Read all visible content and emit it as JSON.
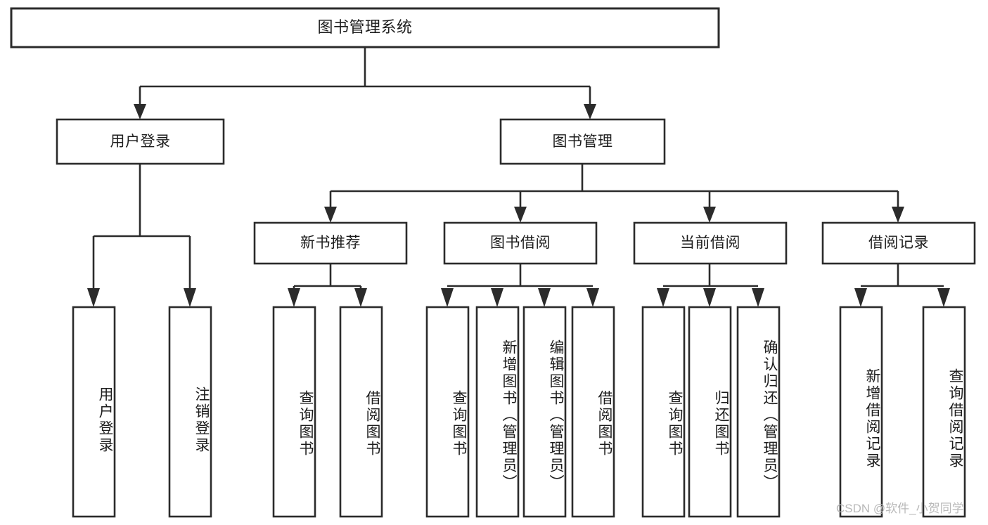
{
  "diagram": {
    "type": "tree",
    "title": "图书管理系统",
    "root": {
      "label": "图书管理系统"
    },
    "level2": [
      {
        "label": "用户登录"
      },
      {
        "label": "图书管理"
      }
    ],
    "level3": [
      {
        "label": "新书推荐"
      },
      {
        "label": "图书借阅"
      },
      {
        "label": "当前借阅"
      },
      {
        "label": "借阅记录"
      }
    ],
    "leaves_user_login": [
      {
        "label": "用户登录"
      },
      {
        "label": "注销登录"
      }
    ],
    "leaves_new_book": [
      {
        "label": "查询图书"
      },
      {
        "label": "借阅图书"
      }
    ],
    "leaves_borrow": [
      {
        "label": "查询图书"
      },
      {
        "label": "新增图书（管理员）"
      },
      {
        "label": "编辑图书（管理员）"
      },
      {
        "label": "借阅图书"
      }
    ],
    "leaves_current": [
      {
        "label": "查询图书"
      },
      {
        "label": "归还图书"
      },
      {
        "label": "确认归还（管理员）"
      }
    ],
    "leaves_records": [
      {
        "label": "新增借阅记录"
      },
      {
        "label": "查询借阅记录"
      }
    ],
    "colors": {
      "stroke": "#2b2b2b",
      "fill": "#ffffff",
      "text": "#1d1d1d",
      "watermark": "#b9b9b9"
    }
  },
  "watermark": {
    "text": "CSDN @软件_小贺同学"
  }
}
